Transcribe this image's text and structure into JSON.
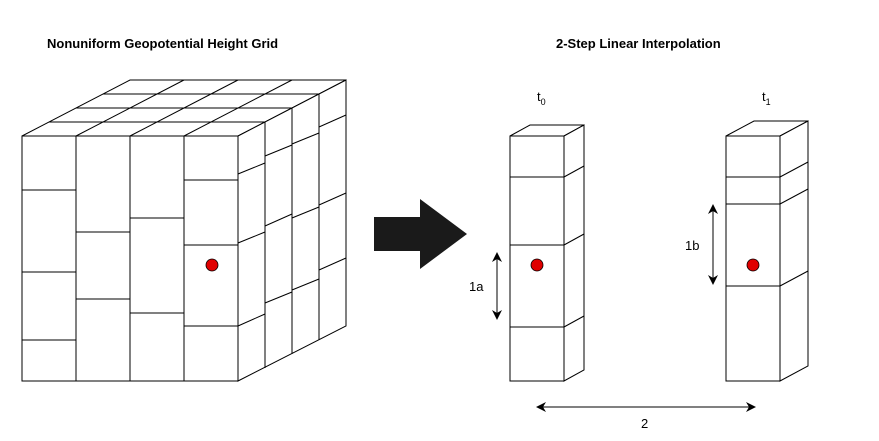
{
  "left_panel": {
    "title": "Nonuniform Geopotential Height Grid"
  },
  "right_panel": {
    "title": "2-Step Linear Interpolation",
    "column_t0": {
      "label": "t",
      "subscript": "0"
    },
    "column_t1": {
      "label": "t",
      "subscript": "1"
    },
    "step_1a": "1a",
    "step_1b": "1b",
    "step_2": "2"
  },
  "colors": {
    "point": "#e00000",
    "arrow": "#1a1a1a",
    "line": "#000000"
  },
  "icons": {
    "transform_arrow": "right-arrow-icon",
    "point": "red-dot-icon"
  }
}
